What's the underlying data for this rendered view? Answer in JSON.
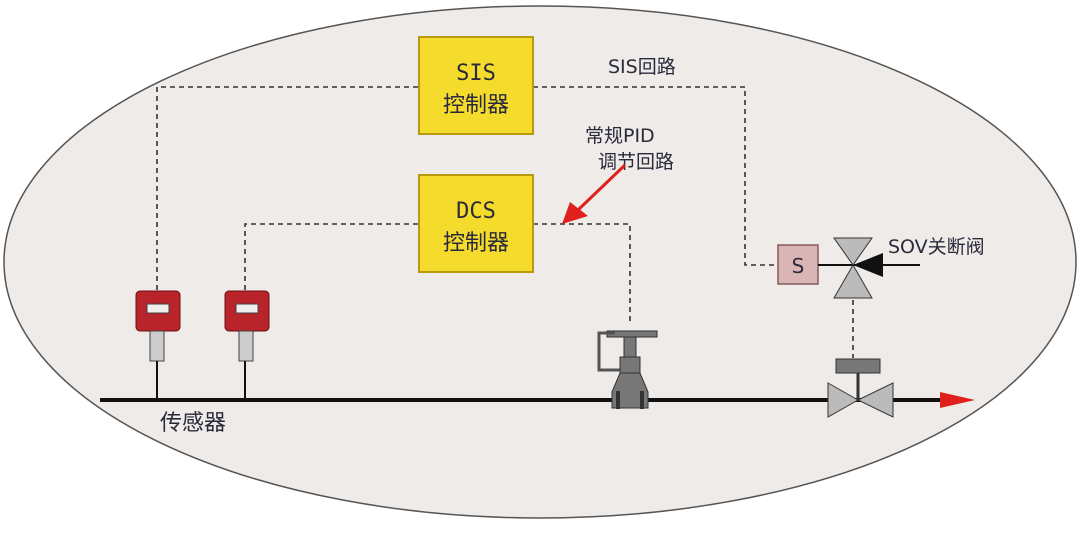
{
  "diagram": {
    "sis_controller": {
      "line1": "SIS",
      "line2": "控制器"
    },
    "dcs_controller": {
      "line1": "DCS",
      "line2": "控制器"
    },
    "sis_loop_label": "SIS回路",
    "pid_loop_label": {
      "line1": "常规PID",
      "line2": "调节回路"
    },
    "solenoid_label": "S",
    "sov_label": "SOV关断阀",
    "sensor_label": "传感器",
    "colors": {
      "controller_fill": "#f5dc2c",
      "background": "#efebe8",
      "arrow": "#e0201c",
      "sensor": "#b8242a",
      "solenoid_fill": "#d9b5b5"
    }
  }
}
